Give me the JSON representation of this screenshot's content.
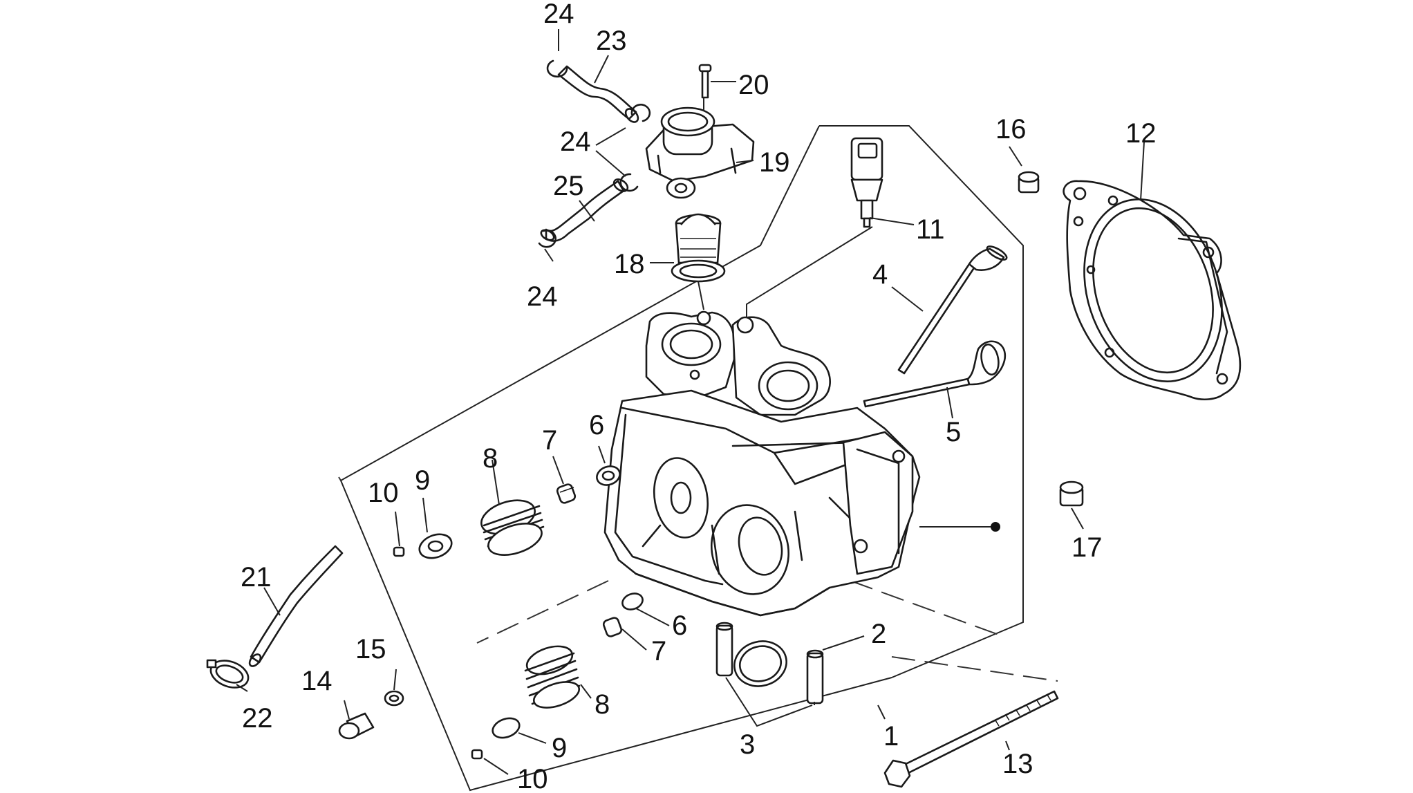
{
  "diagram": {
    "colors": {
      "line": "#1a1a1a",
      "background": "#ffffff"
    },
    "callouts": [
      {
        "id": "c24a",
        "label": "24"
      },
      {
        "id": "c23",
        "label": "23"
      },
      {
        "id": "c20",
        "label": "20"
      },
      {
        "id": "c24b",
        "label": "24"
      },
      {
        "id": "c19",
        "label": "19"
      },
      {
        "id": "c25",
        "label": "25"
      },
      {
        "id": "c18",
        "label": "18"
      },
      {
        "id": "c24c",
        "label": "24"
      },
      {
        "id": "c16",
        "label": "16"
      },
      {
        "id": "c12",
        "label": "12"
      },
      {
        "id": "c11",
        "label": "11"
      },
      {
        "id": "c4",
        "label": "4"
      },
      {
        "id": "c5",
        "label": "5"
      },
      {
        "id": "c6a",
        "label": "6"
      },
      {
        "id": "c7a",
        "label": "7"
      },
      {
        "id": "c8a",
        "label": "8"
      },
      {
        "id": "c9a",
        "label": "9"
      },
      {
        "id": "c10a",
        "label": "10"
      },
      {
        "id": "c17",
        "label": "17"
      },
      {
        "id": "c21",
        "label": "21"
      },
      {
        "id": "c15",
        "label": "15"
      },
      {
        "id": "c14",
        "label": "14"
      },
      {
        "id": "c22",
        "label": "22"
      },
      {
        "id": "c6b",
        "label": "6"
      },
      {
        "id": "c7b",
        "label": "7"
      },
      {
        "id": "c8b",
        "label": "8"
      },
      {
        "id": "c9b",
        "label": "9"
      },
      {
        "id": "c10b",
        "label": "10"
      },
      {
        "id": "c2",
        "label": "2"
      },
      {
        "id": "c3",
        "label": "3"
      },
      {
        "id": "c1",
        "label": "1"
      },
      {
        "id": "c13",
        "label": "13"
      }
    ]
  }
}
